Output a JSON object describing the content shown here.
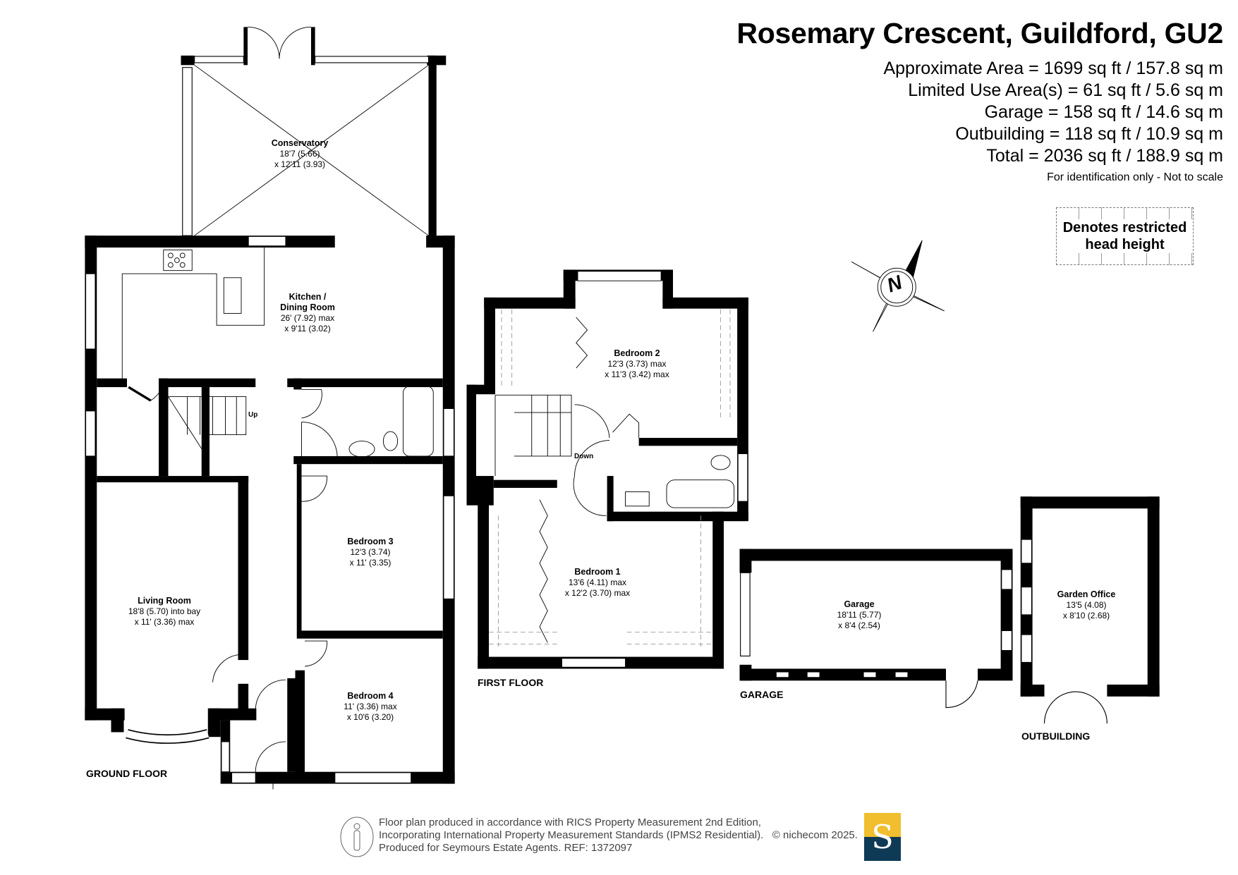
{
  "header": {
    "title": "Rosemary Crescent, Guildford, GU2",
    "areas": [
      "Approximate Area = 1699 sq ft / 157.8 sq m",
      "Limited Use Area(s) = 61 sq ft / 5.6 sq m",
      "Garage = 158 sq ft / 14.6 sq m",
      "Outbuilding = 118 sq ft / 10.9 sq m",
      "Total = 2036 sq ft / 188.9 sq m"
    ],
    "disclaimer": "For identification only - Not to scale"
  },
  "legend": {
    "text": "Denotes restricted head height"
  },
  "compass": {
    "label": "N"
  },
  "floors": {
    "ground": "GROUND FLOOR",
    "first": "FIRST FLOOR",
    "garage": "GARAGE",
    "outbuilding": "OUTBUILDING"
  },
  "rooms": {
    "conservatory": {
      "name": "Conservatory",
      "dim1": "18'7 (5.66)",
      "dim2": "x 12'11 (3.93)"
    },
    "kitchen": {
      "name1": "Kitchen /",
      "name2": "Dining Room",
      "dim1": "26' (7.92) max",
      "dim2": "x 9'11 (3.02)"
    },
    "living": {
      "name": "Living Room",
      "dim1": "18'8 (5.70) into bay",
      "dim2": "x 11' (3.36) max"
    },
    "bed3": {
      "name": "Bedroom 3",
      "dim1": "12'3 (3.74)",
      "dim2": "x 11' (3.35)"
    },
    "bed4": {
      "name": "Bedroom 4",
      "dim1": "11' (3.36) max",
      "dim2": "x 10'6 (3.20)"
    },
    "bed2": {
      "name": "Bedroom 2",
      "dim1": "12'3 (3.73) max",
      "dim2": "x 11'3 (3.42) max"
    },
    "bed1": {
      "name": "Bedroom 1",
      "dim1": "13'6 (4.11) max",
      "dim2": "x 12'2 (3.70) max"
    },
    "garage": {
      "name": "Garage",
      "dim1": "18'11 (5.77)",
      "dim2": "x 8'4 (2.54)"
    },
    "office": {
      "name": "Garden Office",
      "dim1": "13'5 (4.08)",
      "dim2": "x 8'10 (2.68)"
    }
  },
  "stairs": {
    "up": "Up",
    "down": "Down"
  },
  "footer": {
    "lines": [
      "Floor plan produced in accordance with RICS Property Measurement 2nd Edition,",
      "Incorporating International Property Measurement Standards (IPMS2 Residential).",
      "Produced for Seymours Estate Agents.   REF: 1372097"
    ],
    "copyright": "© nichecom 2025.",
    "logo_letter": "S"
  },
  "colors": {
    "logo_top": "#f0be2e",
    "logo_bottom": "#0e3a56"
  }
}
